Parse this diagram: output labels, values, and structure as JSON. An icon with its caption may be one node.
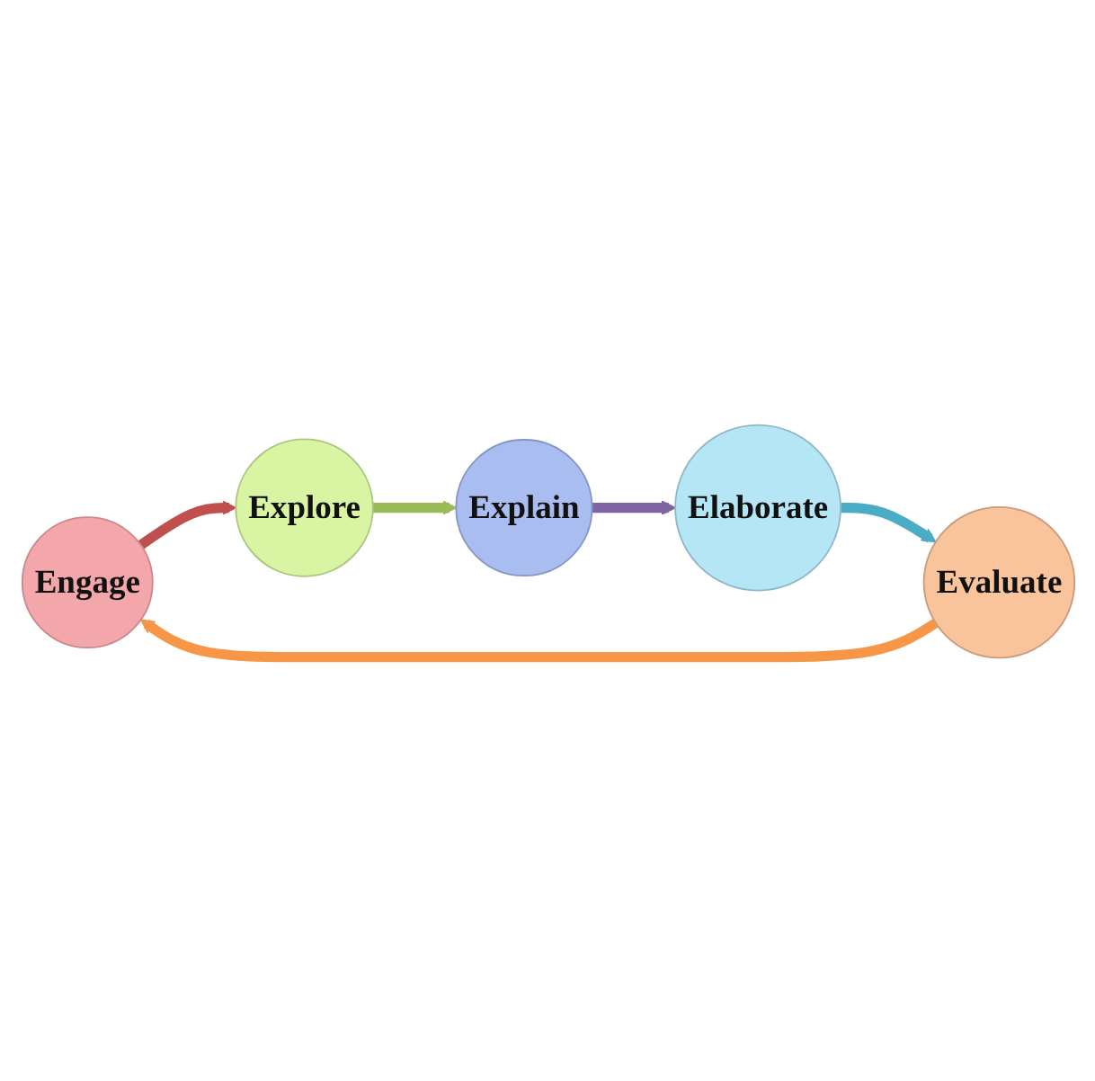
{
  "diagram": {
    "nodes": [
      {
        "text": [
          "Engage"
        ]
      },
      {
        "text": [
          "Explore"
        ]
      },
      {
        "text": [
          "Explain"
        ]
      },
      {
        "text": [
          "Elaborate"
        ]
      },
      {
        "text": [
          "Evaluate"
        ]
      }
    ],
    "edges": [
      {
        "from": 0,
        "to": 1,
        "arrow": "to",
        "color": "#c0504d"
      },
      {
        "from": 1,
        "to": 2,
        "arrow": "to",
        "color": "#9bbb59"
      },
      {
        "from": 2,
        "to": 3,
        "arrow": "to",
        "color": "#8064a2"
      },
      {
        "from": 3,
        "to": 4,
        "arrow": "to",
        "color": "#4bacc6"
      },
      {
        "from": 4,
        "to": 0,
        "arrow": "to",
        "color": "#f79646"
      }
    ]
  }
}
